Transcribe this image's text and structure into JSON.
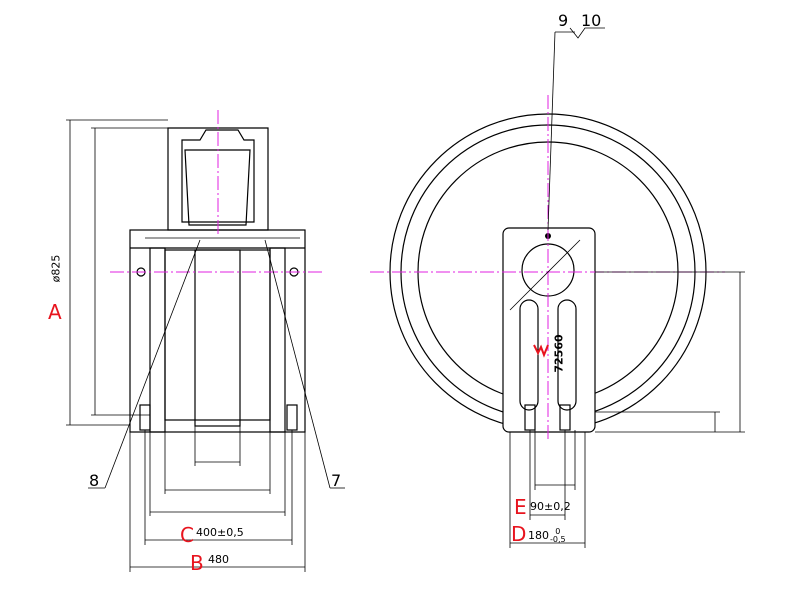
{
  "labels": {
    "A": "A",
    "B": "B",
    "C": "C",
    "D": "D",
    "E": "E",
    "dim_diameter": "ø825",
    "dim_B": "480",
    "dim_C": "400±0,5",
    "dim_E": "90±0,2",
    "dim_D_main": "180",
    "dim_D_tol_upper": "0",
    "dim_D_tol_lower": "-0,5",
    "callout_8": "8",
    "callout_7": "7",
    "callout_9": "9",
    "callout_10": "10",
    "part_number": "72560"
  },
  "colors": {
    "label_red": "#e8141e",
    "centerline": "#e020e0",
    "line": "#000000"
  }
}
